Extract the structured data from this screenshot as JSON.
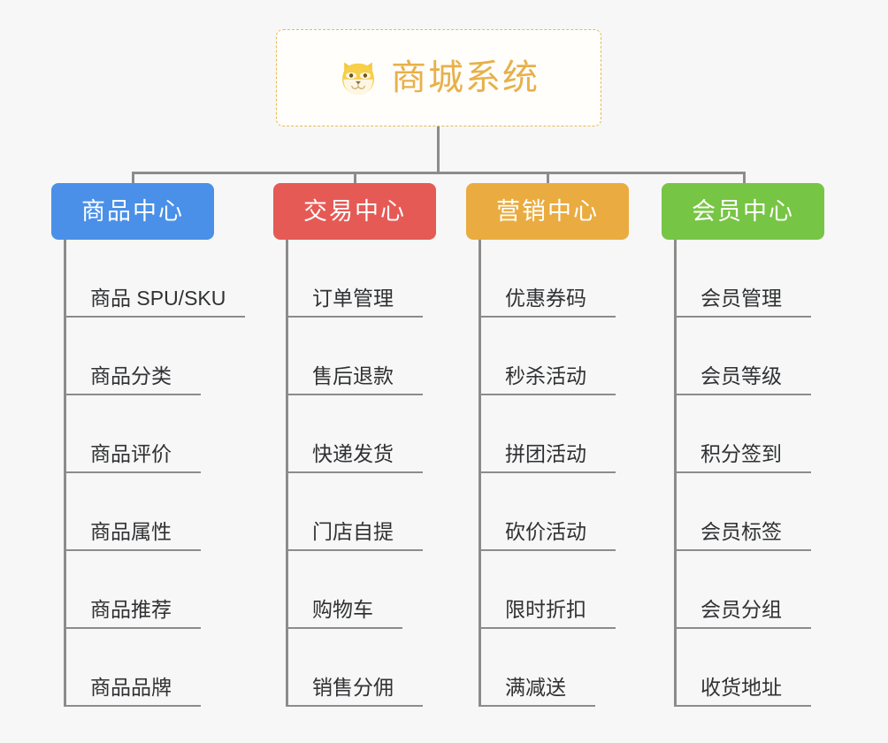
{
  "root": {
    "title": "商城系统",
    "icon": "dog-face-emoji",
    "border_color": "#e8b854",
    "text_color": "#e8b04b"
  },
  "background_color": "#f7f7f7",
  "connector_color": "#8c8c8c",
  "leaf_text_color": "#303133",
  "columns": [
    {
      "header": "商品中心",
      "color": "#4a90e8",
      "items": [
        "商品 SPU/SKU",
        "商品分类",
        "商品评价",
        "商品属性",
        "商品推荐",
        "商品品牌"
      ]
    },
    {
      "header": "交易中心",
      "color": "#e55a55",
      "items": [
        "订单管理",
        "售后退款",
        "快递发货",
        "门店自提",
        "购物车",
        "销售分佣"
      ]
    },
    {
      "header": "营销中心",
      "color": "#eaac40",
      "items": [
        "优惠券码",
        "秒杀活动",
        "拼团活动",
        "砍价活动",
        "限时折扣",
        "满减送"
      ]
    },
    {
      "header": "会员中心",
      "color": "#77c544",
      "items": [
        "会员管理",
        "会员等级",
        "积分签到",
        "会员标签",
        "会员分组",
        "收货地址"
      ]
    }
  ]
}
